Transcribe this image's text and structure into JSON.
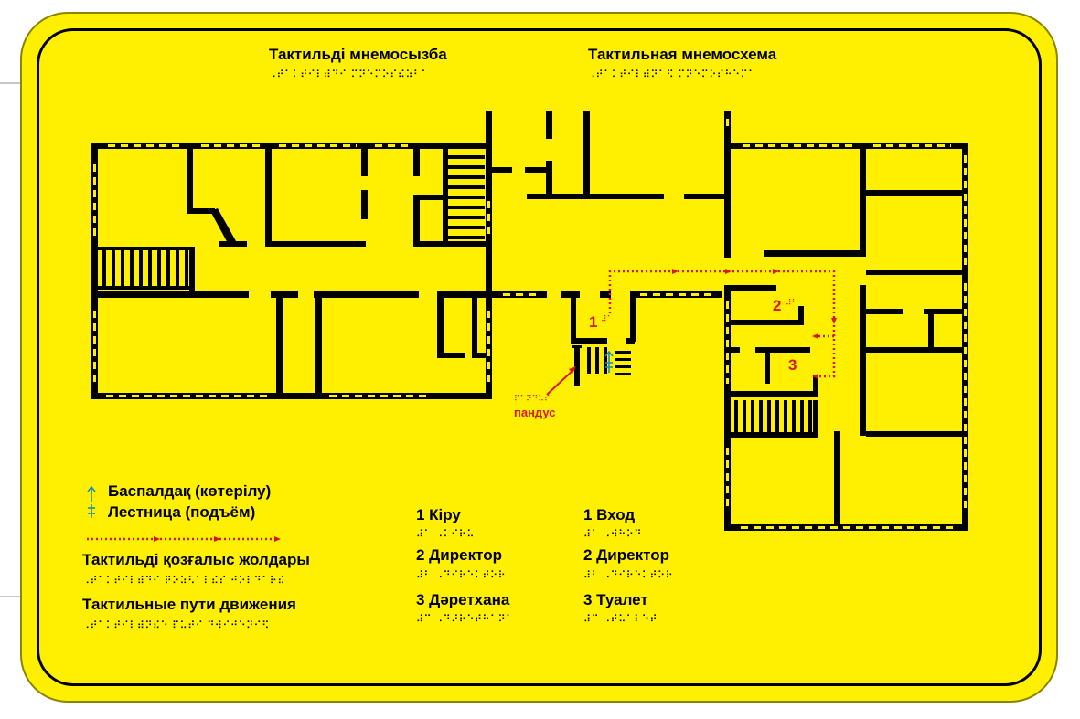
{
  "header": {
    "title_kk": "Тактильді мнемосызба",
    "braille_kk": "⠠⠞⠁⠅⠞⠊⠇⠾⠙⠊ ⠍⠝⠑⠍⠕⠎⠮⠵⠃⠁",
    "title_ru": "Тактильная мнемосхема",
    "braille_ru": "⠠⠞⠁⠅⠞⠊⠇⠾⠝⠁⠫ ⠍⠝⠑⠍⠕⠎⠓⠑⠍⠁"
  },
  "plan": {
    "marker_1": "1",
    "marker_2": "2",
    "marker_3": "3",
    "marker_1_braille": "⠼⠁",
    "marker_2_braille": "⠼⠃",
    "ramp_label": "пандус",
    "ramp_braille": "⠏⠁⠝⠙⠥⠎"
  },
  "legend": {
    "stairs_kk": "Баспалдақ (көтерілу)",
    "stairs_ru": "Лестница (подъём)",
    "paths_kk": "Тактильді қозғалыс жолдары",
    "paths_kk_braille": "⠠⠞⠁⠅⠞⠊⠇⠾⠙⠊ ⠟⠕⠵⠣⠁⠇⠮⠎ ⠚⠕⠇⠙⠁⠗⠮",
    "paths_ru": "Тактильные пути движения",
    "paths_ru_braille": "⠠⠞⠁⠅⠞⠊⠇⠾⠝⠮⠑ ⠏⠥⠞⠊ ⠙⠺⠊⠚⠑⠝⠊⠫"
  },
  "rooms_kk": [
    {
      "label": "1 Кіру",
      "braille": "⠼⠁ ⠠⠅⠊⠗⠥"
    },
    {
      "label": "2 Директор",
      "braille": "⠼⠃ ⠠⠙⠊⠗⠑⠅⠞⠕⠗"
    },
    {
      "label": "3 Дәретхана",
      "braille": "⠼⠉ ⠠⠙⠜⠗⠑⠞⠓⠁⠝⠁"
    }
  ],
  "rooms_ru": [
    {
      "label": "1 Вход",
      "braille": "⠼⠁ ⠠⠺⠓⠕⠙"
    },
    {
      "label": "2 Директор",
      "braille": "⠼⠃ ⠠⠙⠊⠗⠑⠅⠞⠕⠗"
    },
    {
      "label": "3 Туалет",
      "braille": "⠼⠉ ⠠⠞⠥⠁⠇⠑⠞"
    }
  ],
  "colors": {
    "background": "#ffef00",
    "wall": "#000000",
    "path": "#d8191c",
    "stairs_arrow": "#1a8fb0"
  }
}
